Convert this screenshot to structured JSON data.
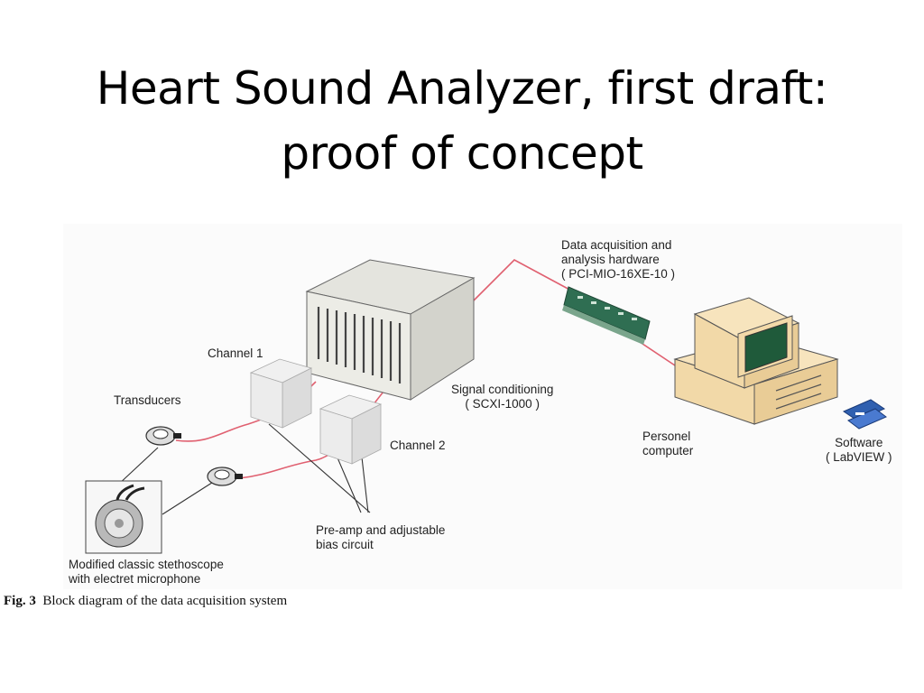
{
  "slide": {
    "title_line1": "Heart Sound Analyzer, first draft:",
    "title_line2": "proof of concept"
  },
  "diagram": {
    "labels": {
      "daq_line1": "Data acquisition and",
      "daq_line2": "analysis hardware",
      "daq_line3": "( PCI-MIO-16XE-10 )",
      "channel1": "Channel 1",
      "channel2": "Channel 2",
      "transducers": "Transducers",
      "signal_line1": "Signal conditioning",
      "signal_line2": "( SCXI-1000 )",
      "pc_line1": "Personel",
      "pc_line2": "computer",
      "software_line1": "Software",
      "software_line2": "( LabVIEW )",
      "preamp_line1": "Pre-amp and adjustable",
      "preamp_line2": "bias circuit",
      "steth_line1": "Modified classic stethoscope",
      "steth_line2": "with electret microphone"
    },
    "colors": {
      "cable": "#e06070",
      "monitor_screen": "#1f5a3a",
      "computer_body": "#f2d9a8",
      "card_pcb": "#2f6e52"
    },
    "caption_label": "Fig. 3",
    "caption_text": "Block diagram of the data acquisition system"
  }
}
